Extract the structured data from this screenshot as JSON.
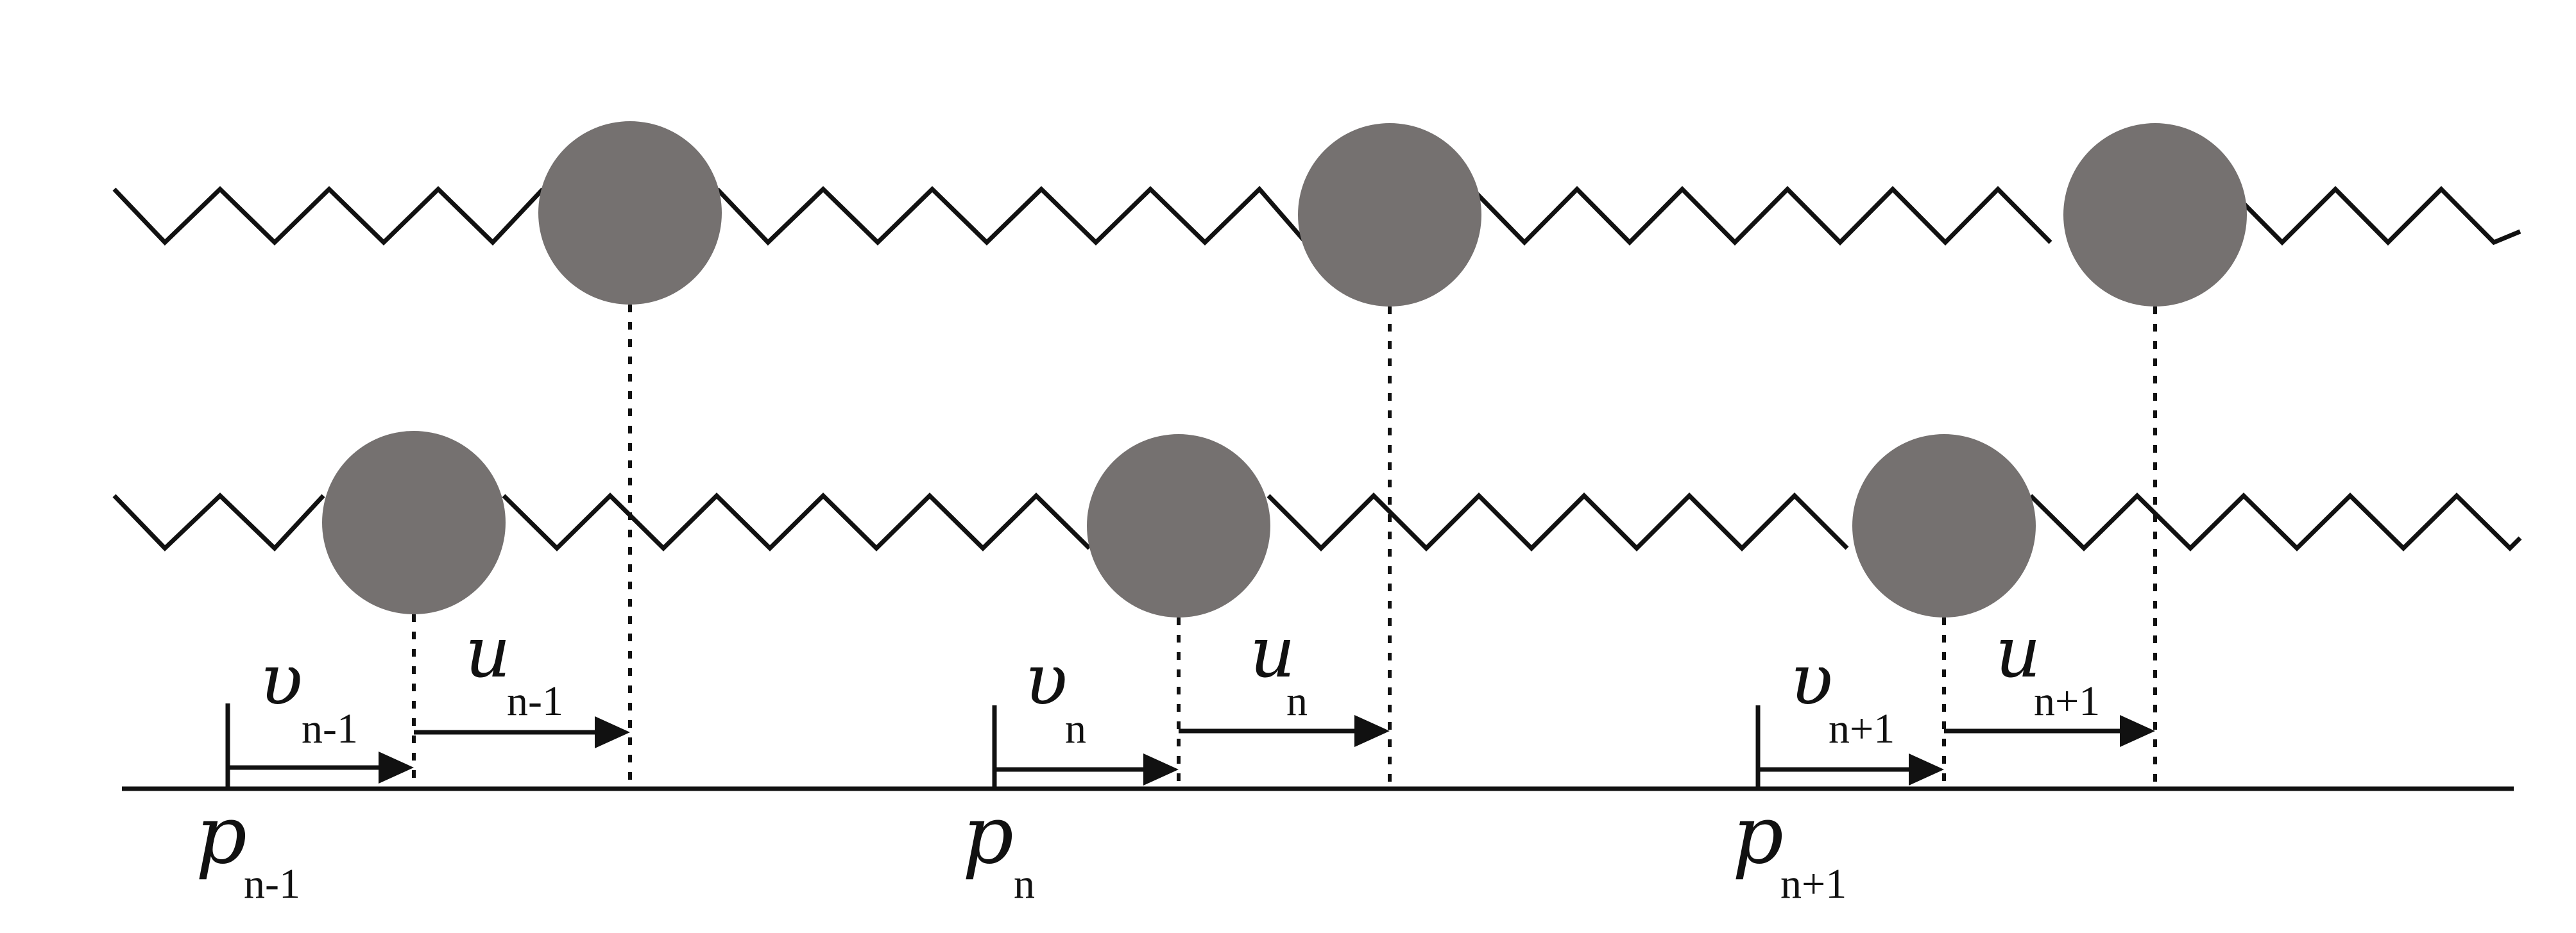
{
  "lattice": {
    "colors": {
      "mass": "#757170",
      "line": "#111111",
      "background": "#ffffff"
    },
    "top_row": {
      "masses": [
        "mass-n-1",
        "mass-n",
        "mass-n+1"
      ]
    },
    "bottom_row": {
      "masses": [
        "mass-n-1",
        "mass-n",
        "mass-n+1"
      ]
    }
  },
  "labels": {
    "sites": [
      {
        "symbol": "p",
        "sub": "n-1"
      },
      {
        "symbol": "p",
        "sub": "n"
      },
      {
        "symbol": "p",
        "sub": "n+1"
      }
    ],
    "v": [
      {
        "symbol": "υ",
        "sub": "n-1"
      },
      {
        "symbol": "υ",
        "sub": "n"
      },
      {
        "symbol": "υ",
        "sub": "n+1"
      }
    ],
    "u": [
      {
        "symbol": "u",
        "sub": "n-1"
      },
      {
        "symbol": "u",
        "sub": "n"
      },
      {
        "symbol": "u",
        "sub": "n+1"
      }
    ]
  }
}
